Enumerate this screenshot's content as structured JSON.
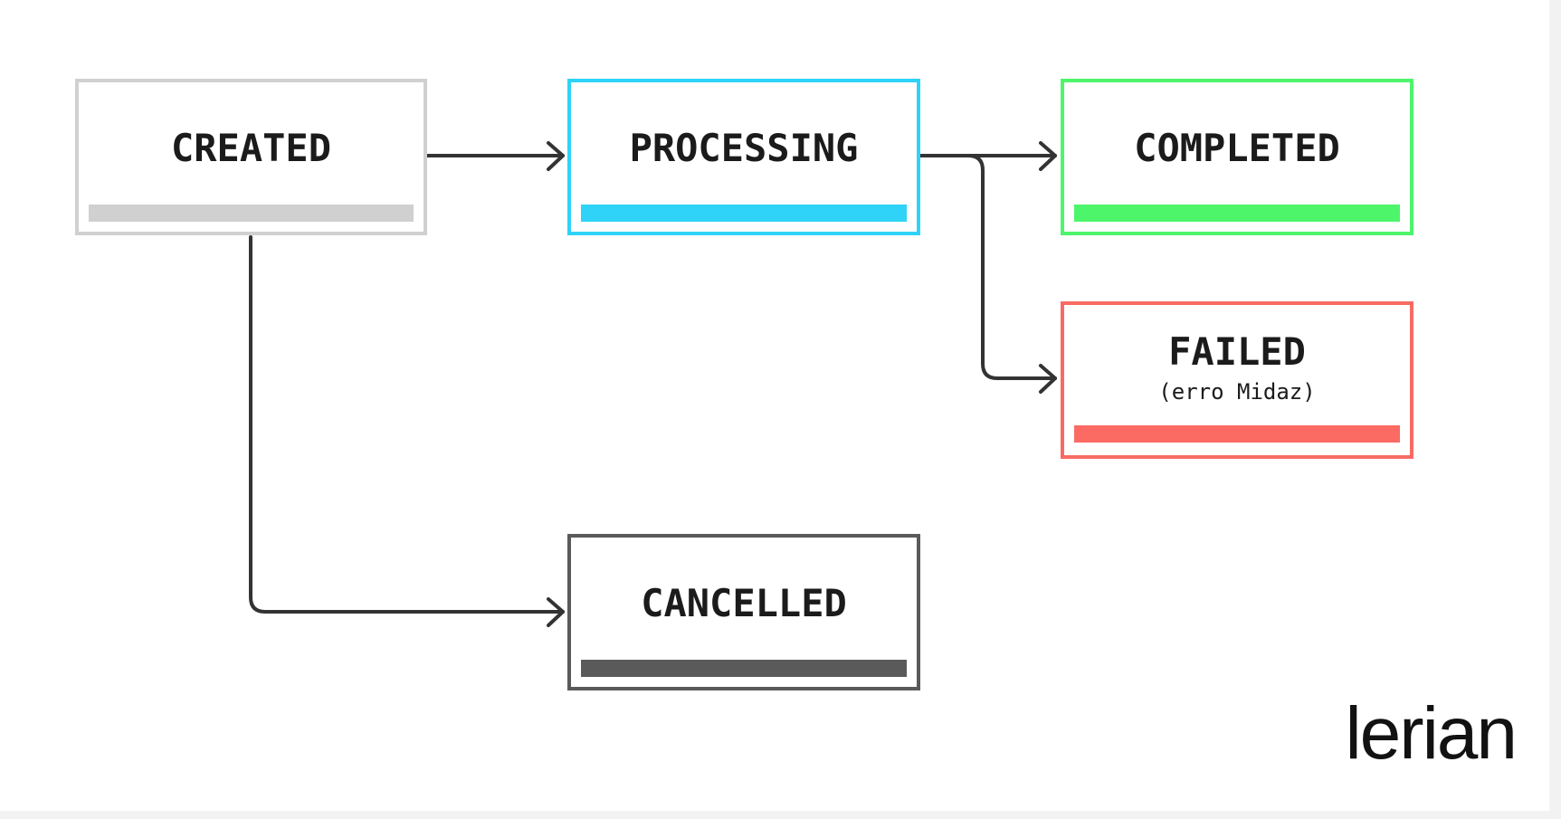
{
  "diagram": {
    "nodes": {
      "created": {
        "title": "CREATED",
        "border_color": "#d0d0d0",
        "bar_color": "#d0d0d0"
      },
      "processing": {
        "title": "PROCESSING",
        "border_color": "#2ed3f7",
        "bar_color": "#2ed3f7"
      },
      "completed": {
        "title": "COMPLETED",
        "border_color": "#4df56b",
        "bar_color": "#4df56b"
      },
      "failed": {
        "title": "FAILED",
        "subtitle": "(erro Midaz)",
        "border_color": "#f76b63",
        "bar_color": "#fb6b63"
      },
      "cancelled": {
        "title": "CANCELLED",
        "border_color": "#5a5a5a",
        "bar_color": "#5a5a5a"
      }
    },
    "edges": [
      {
        "from": "created",
        "to": "processing"
      },
      {
        "from": "processing",
        "to": "completed"
      },
      {
        "from": "processing",
        "to": "failed"
      },
      {
        "from": "created",
        "to": "cancelled"
      }
    ],
    "arrow_color": "#333333"
  },
  "logo": {
    "text": "lerian"
  }
}
